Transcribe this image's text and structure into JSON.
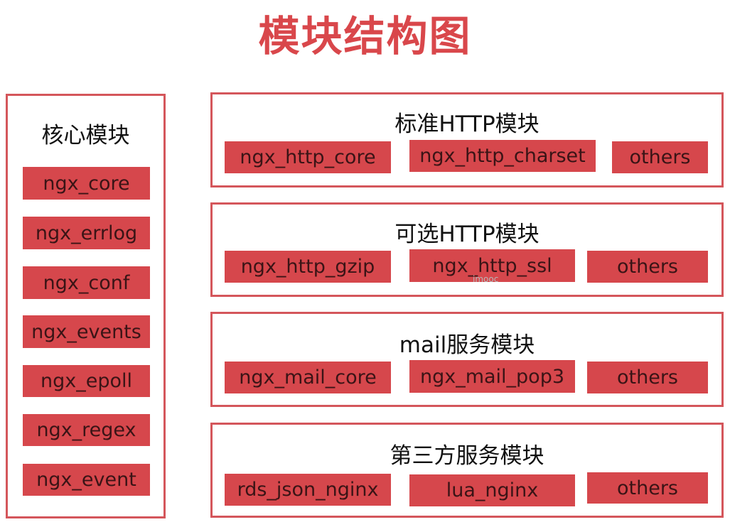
{
  "title": "模块结构图",
  "colors": {
    "accent": "#d6474c",
    "border": "#d4565b",
    "text": "#111111"
  },
  "core": {
    "title": "核心模块",
    "items": [
      "ngx_core",
      "ngx_errlog",
      "ngx_conf",
      "ngx_events",
      "ngx_epoll",
      "ngx_regex",
      "ngx_event"
    ]
  },
  "groups": [
    {
      "title": "标准HTTP模块",
      "items": [
        "ngx_http_core",
        "ngx_http_charset",
        "others"
      ]
    },
    {
      "title": "可选HTTP模块",
      "items": [
        "ngx_http_gzip",
        "ngx_http_ssl",
        "others"
      ]
    },
    {
      "title": "mail服务模块",
      "items": [
        "ngx_mail_core",
        "ngx_mail_pop3",
        "others"
      ]
    },
    {
      "title": "第三方服务模块",
      "items": [
        "rds_json_nginx",
        "lua_nginx",
        "others"
      ]
    }
  ],
  "watermark": "imooc"
}
